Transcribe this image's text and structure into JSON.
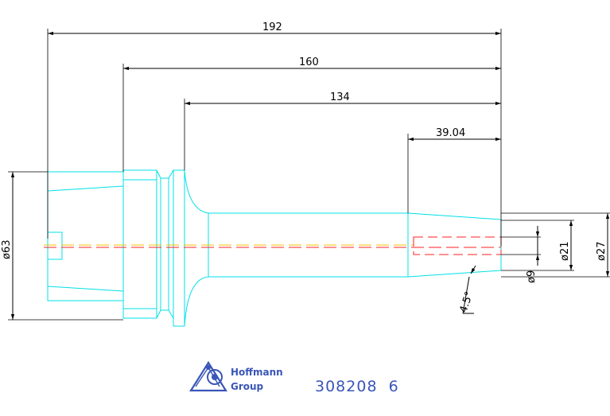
{
  "dimensions": {
    "overall_length": "192",
    "length_160": "160",
    "length_134": "134",
    "bore_depth": "39.04",
    "dia_63": "ø63",
    "dia_21": "ø21",
    "dia_27": "ø27",
    "dia_9": "ø9",
    "taper_angle": "4.5°"
  },
  "logo": {
    "line1": "Hoffmann",
    "line2": "Group"
  },
  "part_number": "308208  6",
  "colors": {
    "part_outline": "#00e0e8",
    "dimension": "#000000",
    "axis_red": "#ff2020",
    "axis_yellow": "#f0c000",
    "brand": "#3a56b8"
  }
}
